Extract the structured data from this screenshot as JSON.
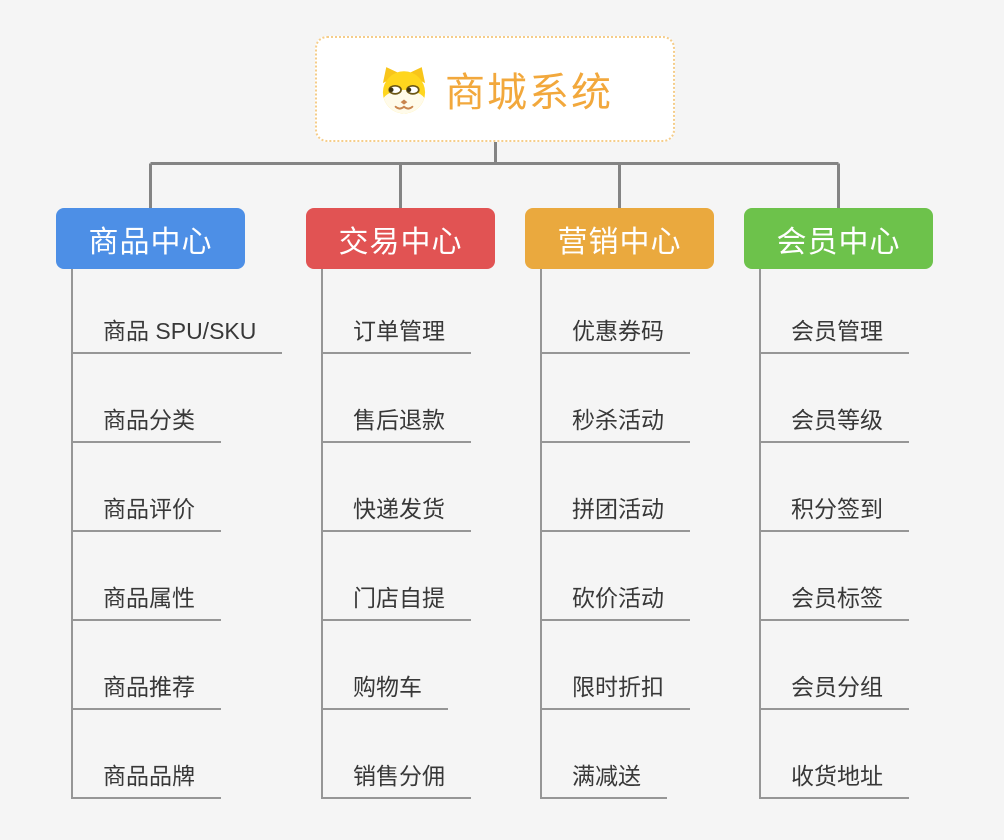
{
  "app": {
    "background_color": "#F5F5F5",
    "connector_color": "#848484",
    "tree_line_color": "#969696"
  },
  "root": {
    "title": "商城系统",
    "icon": "dog-face-icon",
    "accent_color": "#F2A83C",
    "border_color": "#F5CD8A"
  },
  "branches": [
    {
      "label": "商品中心",
      "color": "#4D8FE6",
      "items": [
        "商品 SPU/SKU",
        "商品分类",
        "商品评价",
        "商品属性",
        "商品推荐",
        "商品品牌"
      ]
    },
    {
      "label": "交易中心",
      "color": "#E15353",
      "items": [
        "订单管理",
        "售后退款",
        "快递发货",
        "门店自提",
        "购物车",
        "销售分佣"
      ]
    },
    {
      "label": "营销中心",
      "color": "#EAA93E",
      "items": [
        "优惠券码",
        "秒杀活动",
        "拼团活动",
        "砍价活动",
        "限时折扣",
        "满减送"
      ]
    },
    {
      "label": "会员中心",
      "color": "#6DC24B",
      "items": [
        "会员管理",
        "会员等级",
        "积分签到",
        "会员标签",
        "会员分组",
        "收货地址"
      ]
    }
  ]
}
